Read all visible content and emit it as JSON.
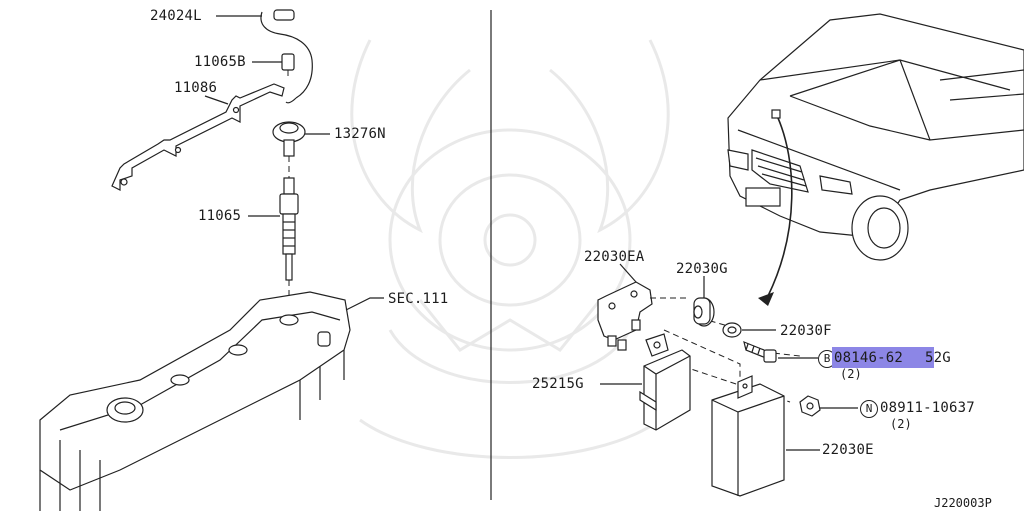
{
  "diagram": {
    "labels": {
      "p24024L": "24024L",
      "p11065B": "11065B",
      "p11086": "11086",
      "p13276N": "13276N",
      "p11065": "11065",
      "sec111": "SEC.111",
      "p22030EA": "22030EA",
      "p22030G": "22030G",
      "p22030F": "22030F",
      "p25215G": "25215G",
      "p22030E": "22030E",
      "bolt_part_a": "08146-62",
      "bolt_part_b": "52G",
      "bolt_qty": "(2)",
      "nut_part": "08911-10637",
      "nut_qty": "(2)",
      "figure_code": "J220003P"
    },
    "symbols": {
      "bolt_symbol": "B",
      "nut_symbol": "N"
    },
    "colors": {
      "highlight": "#8c86e6",
      "line": "#222222",
      "watermark": "#e9e9e9"
    }
  }
}
